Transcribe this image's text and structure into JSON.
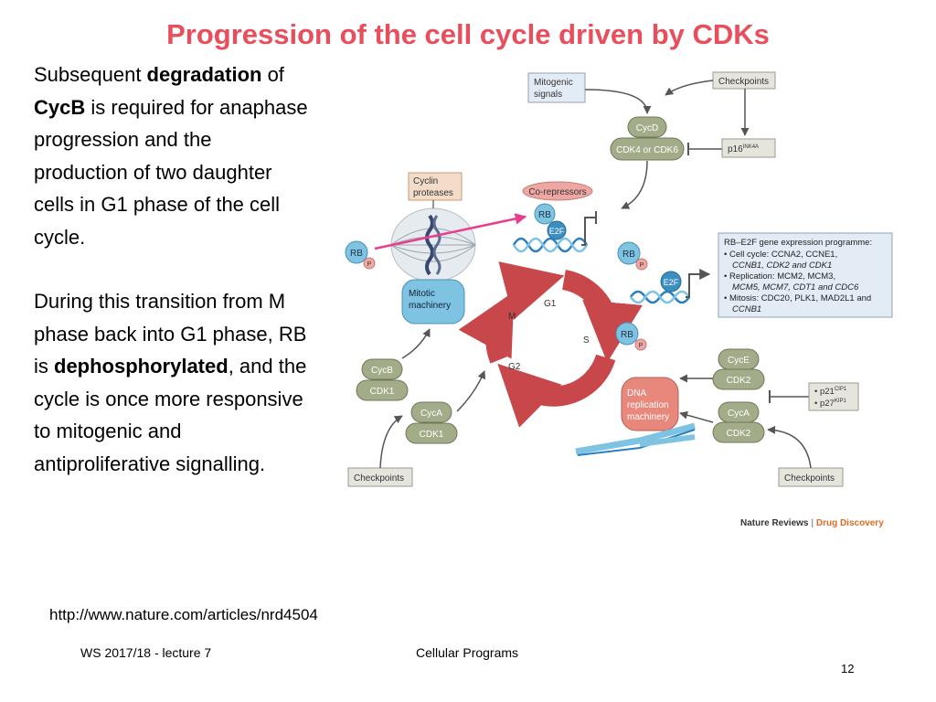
{
  "slide": {
    "title": "Progression of the cell cycle driven by CDKs",
    "para1": [
      {
        "t": "Subsequent ",
        "b": false
      },
      {
        "t": "degradation",
        "b": true
      },
      {
        "t": " of ",
        "b": false
      },
      {
        "t": "CycB",
        "b": true
      },
      {
        "t": " is required for anaphase progression and the production of two daughter cells in G1 phase of the cell cycle.",
        "b": false
      }
    ],
    "para2": [
      {
        "t": "During this transition from M phase back into G1 phase, RB is ",
        "b": false
      },
      {
        "t": "dephosphorylated",
        "b": true
      },
      {
        "t": ", and the cycle is once more responsive to mitogenic and antiproliferative signalling.",
        "b": false
      }
    ],
    "url": "http://www.nature.com/articles/nrd4504",
    "footer_left": "WS 2017/18 - lecture 7",
    "footer_center": "Cellular Programs",
    "page_number": "12"
  },
  "diagram": {
    "mitogenic_line1": "Mitogenic",
    "mitogenic_line2": "signals",
    "checkpoints_top": "Checkpoints",
    "cycd": "CycD",
    "cdk46": "CDK4 or CDK6",
    "p16": "p16",
    "p16_sup": "INK4A",
    "cyclin_line1": "Cyclin",
    "cyclin_line2": "proteases",
    "corepressors": "Co-repressors",
    "rb": "RB",
    "e2f": "E2F",
    "p": "P",
    "mitotic_line1": "Mitotic",
    "mitotic_line2": "machinery",
    "phase_g1": "G1",
    "phase_s": "S",
    "phase_g2": "G2",
    "phase_m": "M",
    "program_title": "RB–E2F gene expression programme:",
    "program_lines": [
      "• Cell cycle: CCNA2, CCNE1,",
      "CCNB1, CDK2 and CDK1",
      "• Replication: MCM2, MCM3,",
      "MCM5, MCM7, CDT1 and CDC6",
      "• Mitosis: CDC20, PLK1, MAD2L1 and",
      "CCNB1"
    ],
    "cycb": "CycB",
    "cdk1": "CDK1",
    "cyca": "CycA",
    "cyce": "CycE",
    "cdk2": "CDK2",
    "dna_line1": "DNA",
    "dna_line2": "replication",
    "dna_line3": "machinery",
    "p21": "• p21",
    "p21_sup": "CIP1",
    "p27": "• p27",
    "p27_sup": "KIP1",
    "checkpoints": "Checkpoints",
    "credit_brand": "Nature Reviews",
    "credit_sep": " | ",
    "credit_journal": "Drug Discovery"
  },
  "colors": {
    "title": "#e84e5c",
    "cycle_red": "#c8474b",
    "cdk_green": "#a3ac88",
    "rb_blue": "#7fc3e3",
    "pink_arrow": "#e83e8c",
    "journal": "#e36b23"
  }
}
